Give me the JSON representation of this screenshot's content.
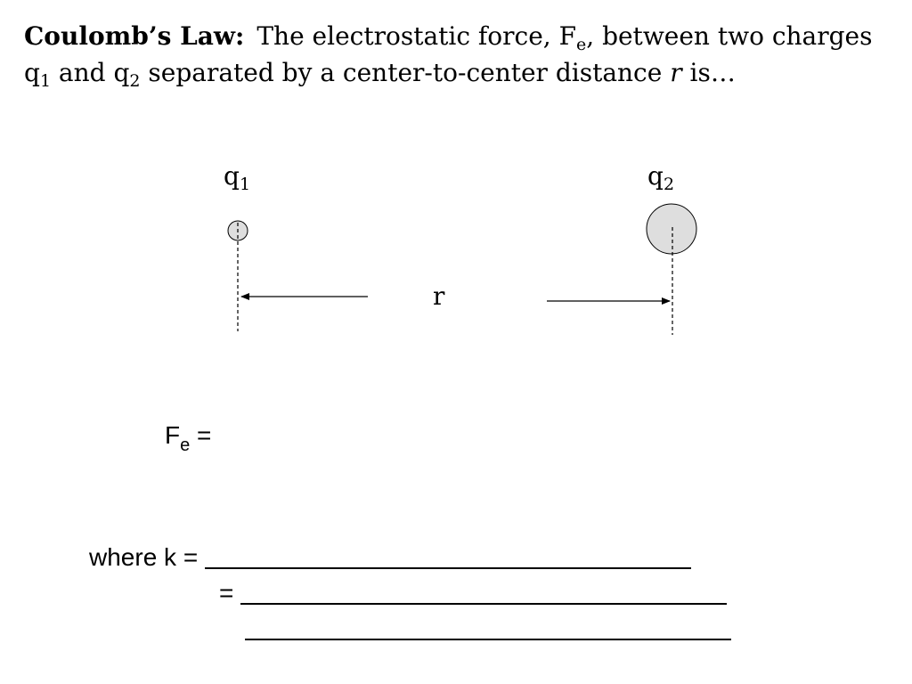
{
  "intro": {
    "lead": "Coulomb’s Law:",
    "part1": "The electrostatic  force, F",
    "sub_e": "e",
    "part2": ", between two charges q",
    "sub_1": "1",
    "part3": " and q",
    "sub_2": "2",
    "part4": " separated by a center-to-center distance ",
    "r_italic": "r",
    "part5": " is…"
  },
  "diagram": {
    "q1": {
      "base": "q",
      "sub": "1"
    },
    "q2": {
      "base": "q",
      "sub": "2"
    },
    "distance_label": "r",
    "fill_color": "#dedede",
    "stroke_color": "#000000"
  },
  "formula": {
    "base": "F",
    "sub": "e",
    "equals": " ="
  },
  "where": {
    "line1_label": "where k =",
    "line2_label": "="
  }
}
